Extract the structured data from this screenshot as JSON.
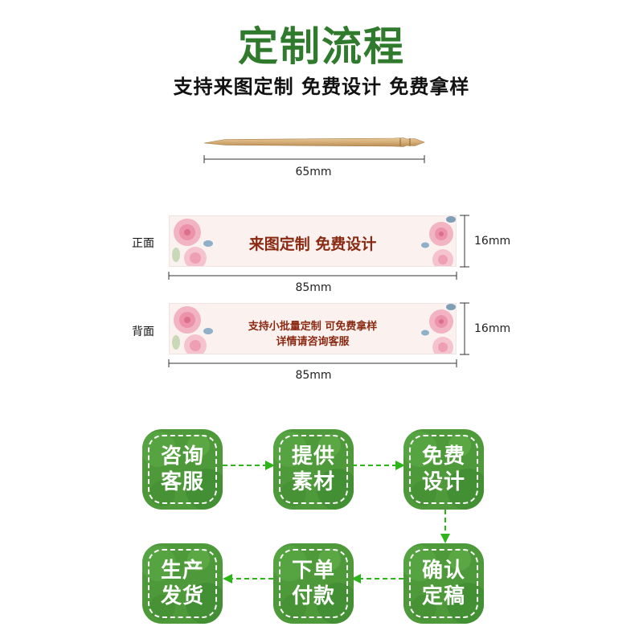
{
  "header": {
    "title": "定制流程",
    "subtitle": "支持来图定制  免费设计  免费拿样"
  },
  "toothpick": {
    "length_label": "65mm"
  },
  "cards": {
    "front": {
      "side_label": "正面",
      "text": "来图定制  免费设计",
      "width_label": "85mm",
      "height_label": "16mm"
    },
    "back": {
      "side_label": "背面",
      "line1": "支持小批量定制  可免费拿样",
      "line2": "详情请咨询客服",
      "width_label": "85mm",
      "height_label": "16mm"
    }
  },
  "steps": [
    {
      "line1": "咨询",
      "line2": "客服"
    },
    {
      "line1": "提供",
      "line2": "素材"
    },
    {
      "line1": "免费",
      "line2": "设计"
    },
    {
      "line1": "确认",
      "line2": "定稿"
    },
    {
      "line1": "下单",
      "line2": "付款"
    },
    {
      "line1": "生产",
      "line2": "发货"
    }
  ],
  "colors": {
    "title_green": "#2f7a2c",
    "step_green": "#4e9a3a",
    "arrow_green": "#2fb51c",
    "card_text": "#8b2a12"
  }
}
